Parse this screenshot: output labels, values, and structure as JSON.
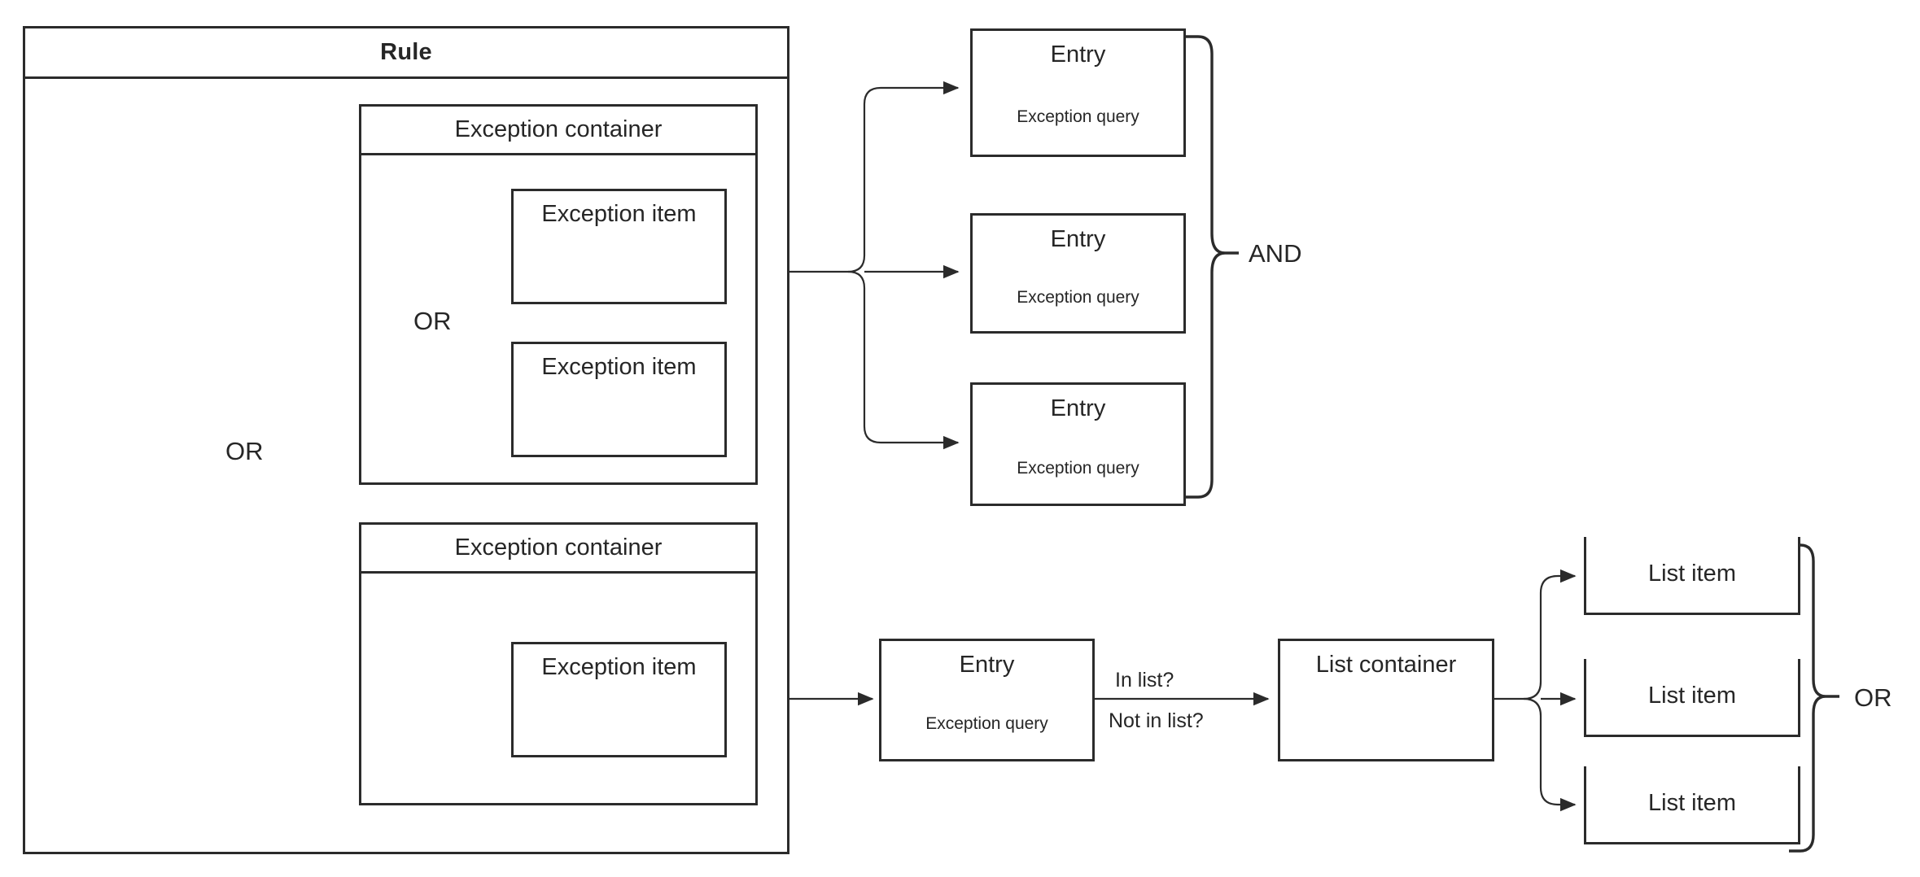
{
  "diagram": {
    "title": "Rule",
    "background_color": "#ffffff",
    "stroke_color": "#2b2b2b",
    "text_color": "#262626"
  },
  "rule": {
    "label": "Rule"
  },
  "exception_containers": [
    {
      "label": "Exception container",
      "items": [
        {
          "label": "Exception item"
        },
        {
          "label": "Exception item"
        }
      ],
      "operator": "OR"
    },
    {
      "label": "Exception container",
      "items": [
        {
          "label": "Exception item"
        }
      ]
    }
  ],
  "outer_operator": "OR",
  "entries_top": {
    "operator": "AND",
    "items": [
      {
        "title": "Entry",
        "subtitle": "Exception query"
      },
      {
        "title": "Entry",
        "subtitle": "Exception query"
      },
      {
        "title": "Entry",
        "subtitle": "Exception query"
      }
    ]
  },
  "entry_bottom": {
    "title": "Entry",
    "subtitle": "Exception query"
  },
  "edge_labels": {
    "in_list": "In list?",
    "not_in_list": "Not in list?"
  },
  "list_container": {
    "label": "List container"
  },
  "list_items": {
    "operator": "OR",
    "items": [
      {
        "label": "List item"
      },
      {
        "label": "List item"
      },
      {
        "label": "List item"
      }
    ]
  }
}
